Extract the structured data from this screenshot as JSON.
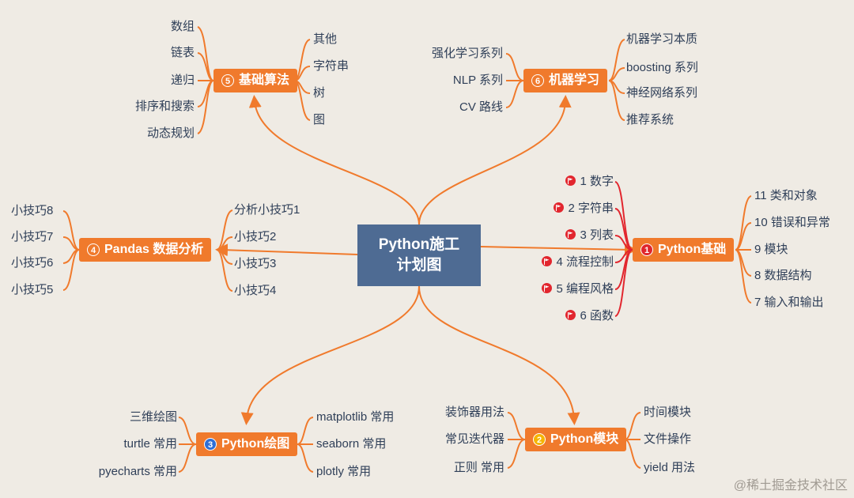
{
  "center": {
    "line1": "Python施工",
    "line2": "计划图"
  },
  "branches": {
    "algo": {
      "num": "5",
      "label": "基础算法",
      "left": [
        "数组",
        "链表",
        "递归",
        "排序和搜索",
        "动态规划"
      ],
      "right": [
        "其他",
        "字符串",
        "树",
        "图"
      ]
    },
    "ml": {
      "num": "6",
      "label": "机器学习",
      "left": [
        "强化学习系列",
        "NLP 系列",
        "CV 路线"
      ],
      "right": [
        "机器学习本质",
        "boosting 系列",
        "神经网络系列",
        "推荐系统"
      ]
    },
    "pandas": {
      "num": "4",
      "label": "Pandas 数据分析",
      "left": [
        "小技巧8",
        "小技巧7",
        "小技巧6",
        "小技巧5"
      ],
      "right": [
        "分析小技巧1",
        "小技巧2",
        "小技巧3",
        "小技巧4"
      ]
    },
    "basics": {
      "num": "1",
      "label": "Python基础",
      "left": [
        "1 数字",
        "2 字符串",
        "3 列表",
        "4 流程控制",
        "5 编程风格",
        "6 函数"
      ],
      "right": [
        "11 类和对象",
        "10 错误和异常",
        "9 模块",
        "8 数据结构",
        "7 输入和输出"
      ]
    },
    "plot": {
      "num": "3",
      "label": "Python绘图",
      "left": [
        "三维绘图",
        "turtle 常用",
        "pyecharts 常用"
      ],
      "right": [
        "matplotlib 常用",
        "seaborn 常用",
        "plotly 常用"
      ]
    },
    "modules": {
      "num": "2",
      "label": "Python模块",
      "left": [
        "装饰器用法",
        "常见迭代器",
        "正则 常用"
      ],
      "right": [
        "时间模块",
        "文件操作",
        "yield 用法"
      ]
    }
  },
  "colors": {
    "accent": "#f07a2c",
    "center": "#4e6b93",
    "basics_line": "#e2262e",
    "text": "#2f3f58",
    "background": "#efebe4"
  },
  "icons": {
    "basics_leaf_marker": "red-flag-icon"
  },
  "watermark": "@稀土掘金技术社区"
}
